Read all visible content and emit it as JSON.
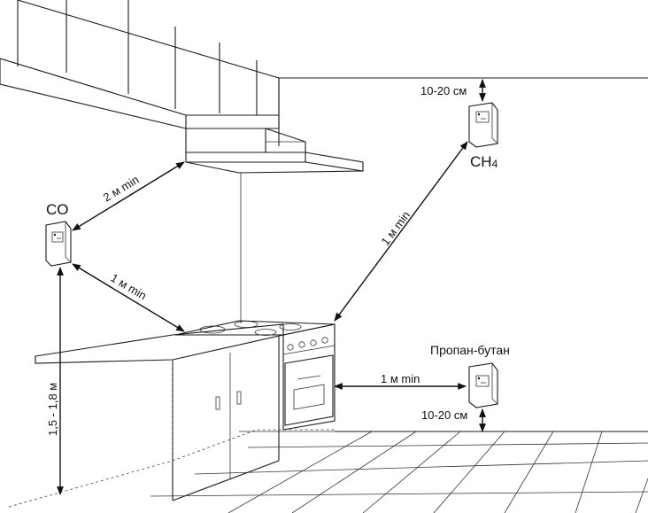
{
  "detectors": {
    "co": {
      "label": "CO"
    },
    "ch4": {
      "label": "CH",
      "label_sub": "4"
    },
    "propane": {
      "label": "Пропан-бутан"
    }
  },
  "dimensions": {
    "co_to_hood": "2 м min",
    "co_to_stove": "1 м min",
    "ch4_to_stove": "1 м min",
    "ch4_ceiling": "10-20 см",
    "propane_to_stove": "1 м min",
    "propane_floor": "10-20 см",
    "co_height": "1,5 - 1,8 м"
  }
}
